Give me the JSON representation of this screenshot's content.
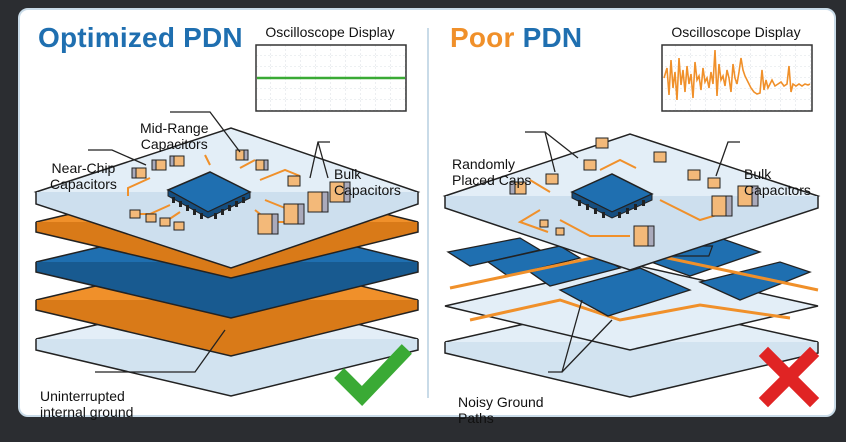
{
  "left": {
    "title_part1": "Optimized PDN",
    "osc_label": "Oscilloscope Display",
    "callouts": {
      "mid_range": [
        "Mid-Range",
        "Capacitors"
      ],
      "near_chip": [
        "Near-Chip",
        "Capacitors"
      ],
      "bulk": [
        "Bulk",
        "Capacitors"
      ],
      "ground": [
        "Uninterrupted",
        "internal ground"
      ]
    },
    "status_icon": "check-icon"
  },
  "right": {
    "title_part1": "Poor",
    "title_part2": "PDN",
    "osc_label": "Oscilloscope Display",
    "callouts": {
      "random_caps": [
        "Randomly",
        "Placed Caps"
      ],
      "bulk": [
        "Bulk",
        "Capacitors"
      ],
      "noisy": [
        "Noisy Ground",
        "Paths"
      ]
    },
    "status_icon": "cross-icon"
  },
  "colors": {
    "blue": "#1f6fb0",
    "orange": "#f0902a",
    "green": "#3aaa35",
    "red": "#e02424",
    "board": "#e3eef7"
  }
}
